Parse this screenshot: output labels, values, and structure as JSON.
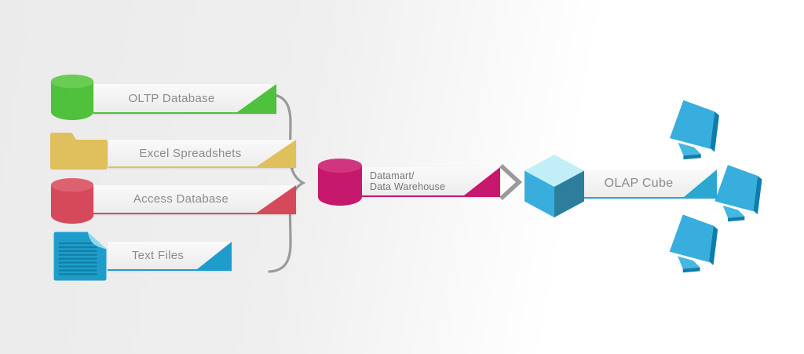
{
  "sources": [
    {
      "label": "OLTP Database",
      "icon": "database-cylinder-icon",
      "color": "#4fc13c"
    },
    {
      "label": "Excel Spreadshets",
      "icon": "folder-icon",
      "color": "#dfc05c"
    },
    {
      "label": "Access Database",
      "icon": "database-cylinder-icon",
      "color": "#d6495b"
    },
    {
      "label": "Text Files",
      "icon": "text-file-icon",
      "color": "#1f9dca"
    }
  ],
  "warehouse": {
    "label_line1": "Datamart/",
    "label_line2": "Data Warehouse",
    "icon": "database-cylinder-icon",
    "color": "#c6186c"
  },
  "olap": {
    "label": "OLAP Cube",
    "icon": "cube-icon",
    "color": "#2ba7d1"
  },
  "clients": {
    "icon": "monitor-icon",
    "count": 3
  },
  "connectors": {
    "brace": "}",
    "chevron": ">",
    "color": "#9a9a9a"
  },
  "colors": {
    "green": "#4fc13c",
    "green-top": "#69cd54",
    "gold": "#dfc05c",
    "red": "#d6495b",
    "red-top": "#dd6170",
    "blue": "#1f9dca",
    "blue-light": "#8ed9ee",
    "blue-dark": "#1180a8",
    "magenta": "#c6186c",
    "magenta-top": "#d23580",
    "cyan": "#2ba7d1",
    "cube-top": "#c2eff7",
    "cube-left": "#39aedd",
    "cube-right": "#2c7e9c",
    "monitor": "#37aedd",
    "monitor-dark": "#0f7dab",
    "monitor-stand": "#45b7e1",
    "connector": "#9a9a9a",
    "bar-text": "#8b8b8b"
  }
}
